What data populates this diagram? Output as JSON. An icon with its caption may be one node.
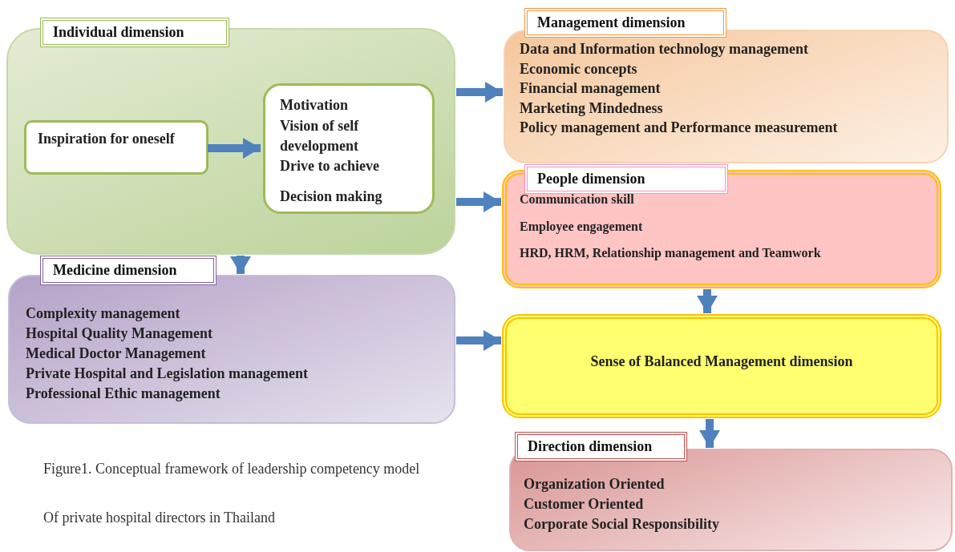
{
  "diagram": {
    "caption": "Figure1. Conceptual framework of leadership competency model",
    "nodes": [
      {
        "text": [
          "Individual dimension"
        ]
      },
      {
        "text": [
          "Inspiration for oneself"
        ],
        "in": 0
      },
      {
        "text": [
          "Motivation",
          "Vision of self development",
          "Drive to achieve",
          "Decision making"
        ],
        "in": 0
      },
      {
        "text": [
          "Management dimension",
          "Data and Information technology management",
          "Economic concepts",
          "Financial management",
          "Marketing Mindedness",
          "Policy management and Performance measurement"
        ]
      },
      {
        "text": [
          "People dimension",
          "Communication skill",
          "Employee engagement",
          "HRD, HRM, Relationship management and Teamwork"
        ]
      },
      {
        "text": [
          "Medicine dimension",
          "Complexity management",
          "Hospital Quality Management",
          "Medical Doctor Management",
          "Private Hospital and Legislation management",
          "Professional Ethic management"
        ]
      },
      {
        "text": [
          "Sense of Balanced Management dimension"
        ]
      },
      {
        "text": [
          "Direction dimension",
          "Organization Oriented",
          "Customer Oriented",
          "Corporate Social Responsibility"
        ]
      }
    ],
    "edges": [
      {
        "from": 1,
        "to": 2,
        "arrow": "to"
      },
      {
        "from": 0,
        "to": 3,
        "arrow": "to"
      },
      {
        "from": 0,
        "to": 4,
        "arrow": "to"
      },
      {
        "from": 0,
        "to": 5,
        "arrow": "to"
      },
      {
        "from": 4,
        "to": 6,
        "arrow": "to"
      },
      {
        "from": 5,
        "to": 6,
        "arrow": "to"
      },
      {
        "from": 6,
        "to": 7,
        "arrow": "to"
      }
    ],
    "labels": [
      "Of private hospital directors in Thailand"
    ]
  }
}
